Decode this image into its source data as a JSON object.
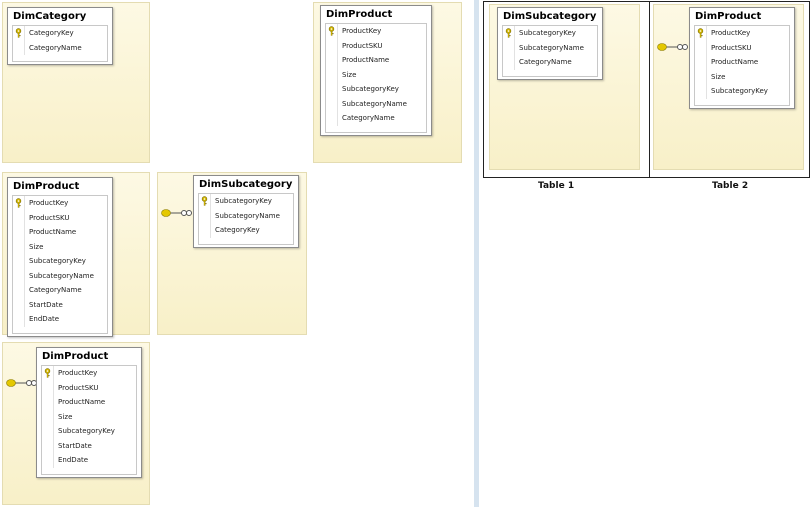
{
  "tables": {
    "t1": {
      "title": "DimCategory",
      "columns": [
        {
          "name": "CategoryKey",
          "key": true
        },
        {
          "name": "CategoryName",
          "key": false
        }
      ]
    },
    "t2": {
      "title": "DimProduct",
      "columns": [
        {
          "name": "ProductKey",
          "key": true
        },
        {
          "name": "ProductSKU",
          "key": false
        },
        {
          "name": "ProductName",
          "key": false
        },
        {
          "name": "Size",
          "key": false
        },
        {
          "name": "SubcategoryKey",
          "key": false
        },
        {
          "name": "SubcategoryName",
          "key": false
        },
        {
          "name": "CategoryName",
          "key": false
        }
      ]
    },
    "t3": {
      "title": "DimProduct",
      "columns": [
        {
          "name": "ProductKey",
          "key": true
        },
        {
          "name": "ProductSKU",
          "key": false
        },
        {
          "name": "ProductName",
          "key": false
        },
        {
          "name": "Size",
          "key": false
        },
        {
          "name": "SubcategoryKey",
          "key": false
        },
        {
          "name": "SubcategoryName",
          "key": false
        },
        {
          "name": "CategoryName",
          "key": false
        },
        {
          "name": "StartDate",
          "key": false
        },
        {
          "name": "EndDate",
          "key": false
        }
      ]
    },
    "t4": {
      "title": "DimSubcategory",
      "columns": [
        {
          "name": "SubcategoryKey",
          "key": true
        },
        {
          "name": "SubcategoryName",
          "key": false
        },
        {
          "name": "CategoryKey",
          "key": false
        }
      ]
    },
    "t5": {
      "title": "DimProduct",
      "columns": [
        {
          "name": "ProductKey",
          "key": true
        },
        {
          "name": "ProductSKU",
          "key": false
        },
        {
          "name": "ProductName",
          "key": false
        },
        {
          "name": "Size",
          "key": false
        },
        {
          "name": "SubcategoryKey",
          "key": false
        },
        {
          "name": "StartDate",
          "key": false
        },
        {
          "name": "EndDate",
          "key": false
        }
      ]
    },
    "t6": {
      "title": "DimSubcategory",
      "columns": [
        {
          "name": "SubcategoryKey",
          "key": true
        },
        {
          "name": "SubcategoryName",
          "key": false
        },
        {
          "name": "CategoryName",
          "key": false
        }
      ]
    },
    "t7": {
      "title": "DimProduct",
      "columns": [
        {
          "name": "ProductKey",
          "key": true
        },
        {
          "name": "ProductSKU",
          "key": false
        },
        {
          "name": "ProductName",
          "key": false
        },
        {
          "name": "Size",
          "key": false
        },
        {
          "name": "SubcategoryKey",
          "key": false
        }
      ]
    }
  },
  "captions": {
    "table1": "Table 1",
    "table2": "Table 2"
  },
  "colors": {
    "panel": "#f8f0c8",
    "key_icon": "#d4b800",
    "frame": "#222222",
    "divider": "#d6e3ef"
  },
  "icons": {
    "key": "key-icon",
    "relationship": "relationship-connector-icon"
  }
}
